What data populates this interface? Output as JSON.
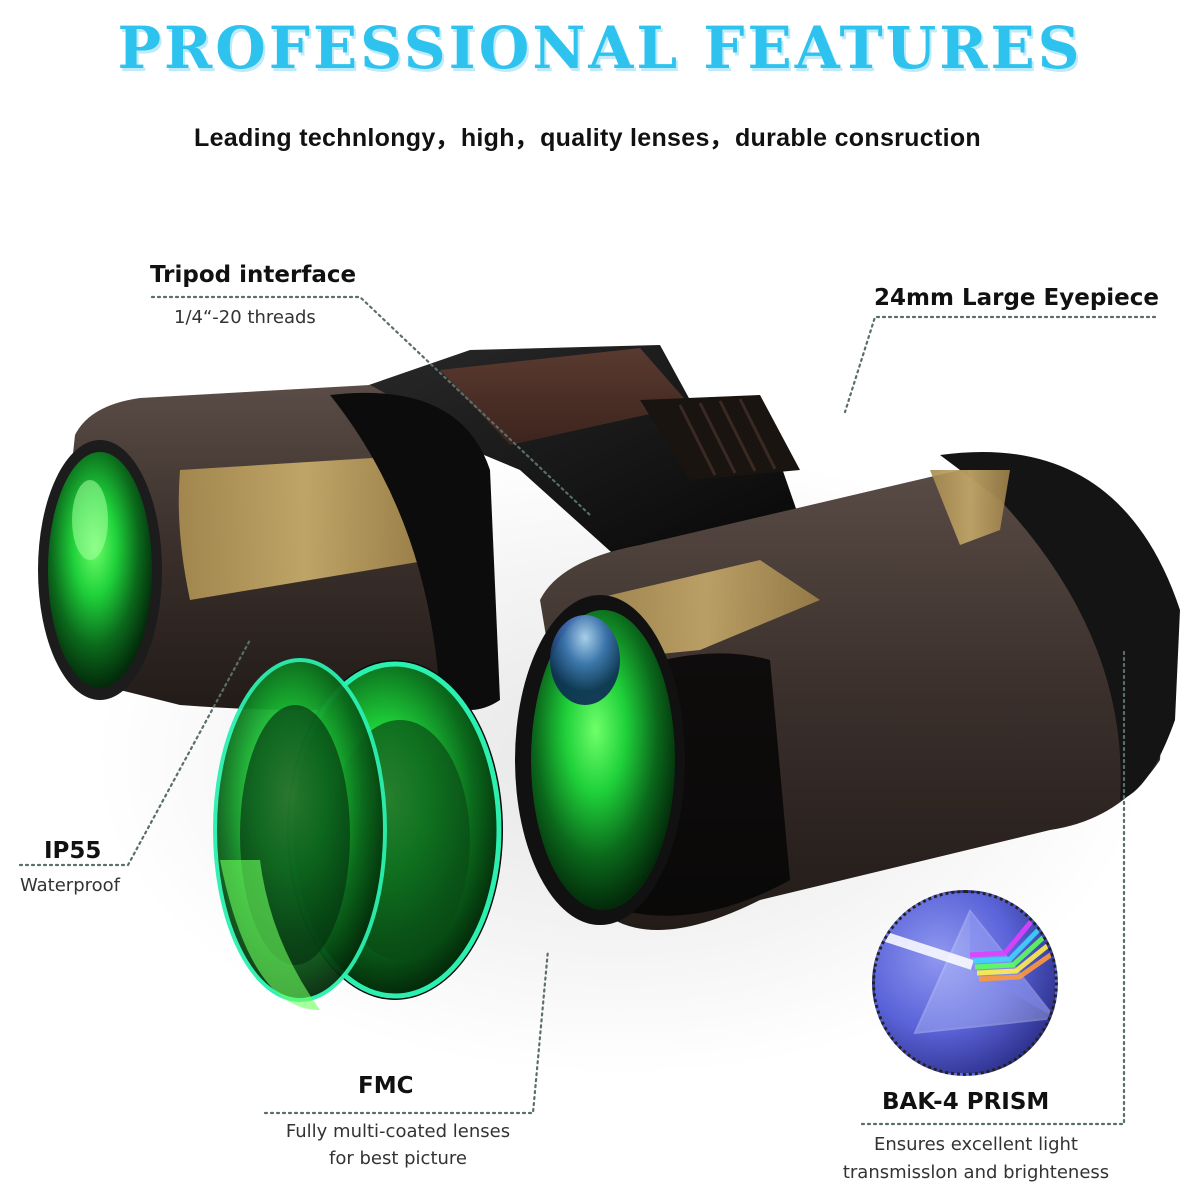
{
  "header": {
    "title": "PROFESSIONAL FEATURES",
    "subtitle": "Leading technlongy，high，quality lenses，durable consruction"
  },
  "features": [
    {
      "id": "tripod",
      "title": "Tripod interface",
      "description": "1/4“-20 threads"
    },
    {
      "id": "eyepiece",
      "title": "24mm Large Eyepiece",
      "description": ""
    },
    {
      "id": "ip55",
      "title": "IP55",
      "description": "Waterproof"
    },
    {
      "id": "fmc",
      "title": "FMC",
      "description_lines": [
        "Fully multi-coated lenses",
        "for best picture"
      ]
    },
    {
      "id": "bak4",
      "title": "BAK-4 PRISM",
      "description_lines": [
        "Ensures excellent light",
        "transmisslon and brighteness"
      ]
    }
  ],
  "product": {
    "name": "binoculars",
    "body_color": "#3a2f2b",
    "camo_color": "#b59a5c",
    "lens_color": "#1fd13a",
    "lens_rim_color": "#2cf0b0",
    "rubber_color": "#111111"
  },
  "colors": {
    "title": "#2ec3ef",
    "title_shadow": "#bfeaf8",
    "leader_line": "#5a6e6a",
    "prism_badge": "#5a63d8"
  }
}
